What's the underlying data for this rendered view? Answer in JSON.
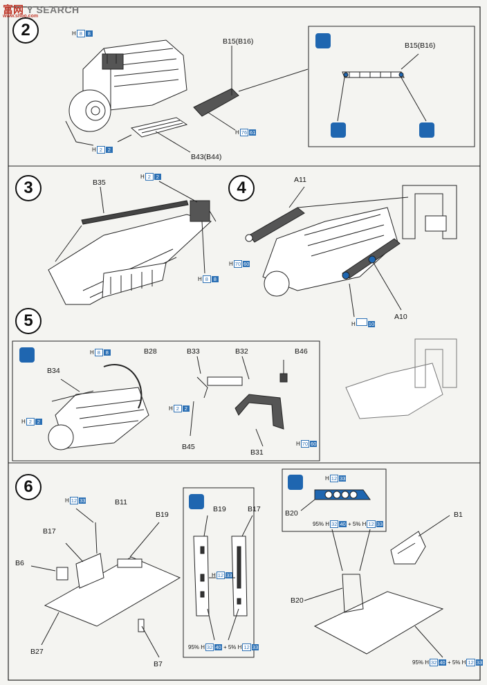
{
  "watermark": {
    "cn": "富",
    "cn2": "网",
    "en": "Y SEARCH",
    "sub": "www.shoo.com"
  },
  "steps": [
    "2",
    "3",
    "4",
    "5",
    "6"
  ],
  "labels": {
    "b15": "B15(B16)",
    "b15b": "B15(B16)",
    "b43": "B43(B44)",
    "b35": "B35",
    "a11": "A11",
    "a10": "A10",
    "b34": "B34",
    "b28": "B28",
    "b33": "B33",
    "b32": "B32",
    "b46": "B46",
    "b45": "B45",
    "b31": "B31",
    "b11": "B11",
    "b19": "B19",
    "b17": "B17",
    "b6": "B6",
    "b27": "B27",
    "b7": "B7",
    "b19b": "B19",
    "b17b": "B17",
    "b20": "B20",
    "b20b": "B20",
    "b1": "B1"
  },
  "paint_codes": {
    "h8": {
      "h": "H",
      "a": "8",
      "b": "8"
    },
    "h2": {
      "h": "H",
      "a": "2",
      "b": "2"
    },
    "h76": {
      "h": "H",
      "a": "76",
      "b": "61"
    },
    "h70": {
      "h": "H",
      "a": "70",
      "b": "60"
    },
    "h10": {
      "h": "H",
      "a": "",
      "b": "10"
    },
    "h12": {
      "h": "H",
      "a": "12",
      "b": "33"
    },
    "mix": {
      "p1": "95%",
      "h1": "H",
      "a1": "32",
      "b1": "40",
      "plus": "+ 5%",
      "h2": "H",
      "a2": "12",
      "b2": "33"
    }
  },
  "colors": {
    "accent": "#1f66b0",
    "ink": "#111111",
    "paper": "#f4f4f1"
  }
}
